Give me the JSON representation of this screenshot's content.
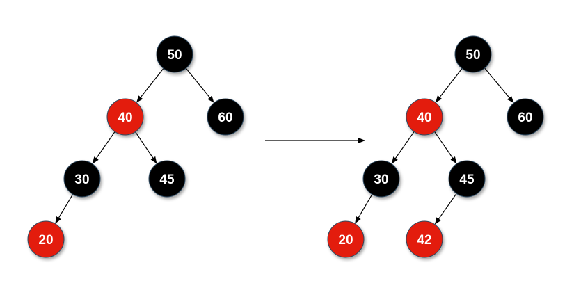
{
  "colors": {
    "black_node": "#000000",
    "red_node": "#e31b0b",
    "node_stroke": "#2f4a60",
    "edge": "#000000",
    "label": "#ffffff"
  },
  "before_tree": {
    "nodes": [
      {
        "id": "n50",
        "label": "50",
        "color": "black"
      },
      {
        "id": "n40",
        "label": "40",
        "color": "red"
      },
      {
        "id": "n60",
        "label": "60",
        "color": "black"
      },
      {
        "id": "n30",
        "label": "30",
        "color": "black"
      },
      {
        "id": "n45",
        "label": "45",
        "color": "black"
      },
      {
        "id": "n20",
        "label": "20",
        "color": "red"
      }
    ],
    "edges": [
      {
        "from": "n50",
        "to": "n40"
      },
      {
        "from": "n50",
        "to": "n60"
      },
      {
        "from": "n40",
        "to": "n30"
      },
      {
        "from": "n40",
        "to": "n45"
      },
      {
        "from": "n30",
        "to": "n20"
      }
    ]
  },
  "after_tree": {
    "nodes": [
      {
        "id": "m50",
        "label": "50",
        "color": "black"
      },
      {
        "id": "m40",
        "label": "40",
        "color": "red"
      },
      {
        "id": "m60",
        "label": "60",
        "color": "black"
      },
      {
        "id": "m30",
        "label": "30",
        "color": "black"
      },
      {
        "id": "m45",
        "label": "45",
        "color": "black"
      },
      {
        "id": "m20",
        "label": "20",
        "color": "red"
      },
      {
        "id": "m42",
        "label": "42",
        "color": "red"
      }
    ],
    "edges": [
      {
        "from": "m50",
        "to": "m40"
      },
      {
        "from": "m50",
        "to": "m60"
      },
      {
        "from": "m40",
        "to": "m30"
      },
      {
        "from": "m40",
        "to": "m45"
      },
      {
        "from": "m30",
        "to": "m20"
      },
      {
        "from": "m45",
        "to": "m42"
      }
    ]
  }
}
